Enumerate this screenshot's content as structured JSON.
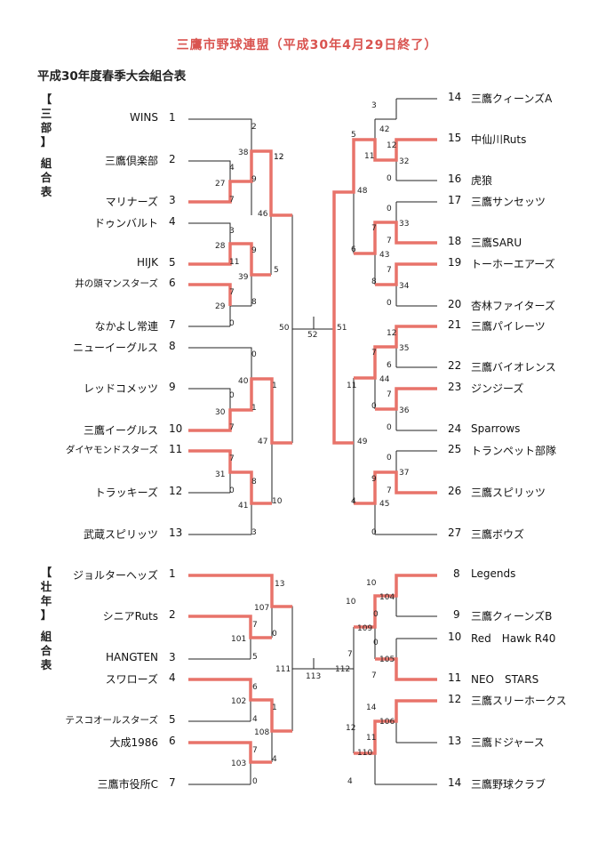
{
  "header": {
    "title": "三鷹市野球連盟（平成30年4月29日終了）",
    "subtitle": "平成30年度春季大会組合表"
  },
  "divisions": {
    "div3": {
      "label_lines": [
        "【",
        "三",
        "部",
        "】",
        "",
        "組",
        "合",
        "表"
      ]
    },
    "sonen": {
      "label_lines": [
        "【",
        "壮",
        "年",
        "】",
        "",
        "組",
        "合",
        "表"
      ]
    }
  },
  "colors": {
    "title": "#d9534f",
    "winner_line": "#e8736a",
    "line": "#222222"
  },
  "div3_left": [
    {
      "num": "1",
      "name": "WINS"
    },
    {
      "num": "2",
      "name": "三鷹倶楽部"
    },
    {
      "num": "3",
      "name": "マリナーズ"
    },
    {
      "num": "4",
      "name": "ドゥンバルト"
    },
    {
      "num": "5",
      "name": "HIJK"
    },
    {
      "num": "6",
      "name": "井の頭マンスターズ"
    },
    {
      "num": "7",
      "name": "なかよし常連"
    },
    {
      "num": "8",
      "name": "ニューイーグルス"
    },
    {
      "num": "9",
      "name": "レッドコメッツ"
    },
    {
      "num": "10",
      "name": "三鷹イーグルス"
    },
    {
      "num": "11",
      "name": "ダイヤモンドスターズ"
    },
    {
      "num": "12",
      "name": "トラッキーズ"
    },
    {
      "num": "13",
      "name": "武蔵スピリッツ"
    }
  ],
  "div3_right": [
    {
      "num": "14",
      "name": "三鷹クィーンズA"
    },
    {
      "num": "15",
      "name": "中仙川Ruts"
    },
    {
      "num": "16",
      "name": "虎狼"
    },
    {
      "num": "17",
      "name": "三鷹サンセッツ"
    },
    {
      "num": "18",
      "name": "三鷹SARU"
    },
    {
      "num": "19",
      "name": "トーホーエアーズ"
    },
    {
      "num": "20",
      "name": "杏林ファイターズ"
    },
    {
      "num": "21",
      "name": "三鷹パイレーツ"
    },
    {
      "num": "22",
      "name": "三鷹バイオレンス"
    },
    {
      "num": "23",
      "name": "ジンジーズ"
    },
    {
      "num": "24",
      "name": "Sparrows"
    },
    {
      "num": "25",
      "name": "トランペット部隊"
    },
    {
      "num": "26",
      "name": "三鷹スピリッツ"
    },
    {
      "num": "27",
      "name": "三鷹ボウズ"
    }
  ],
  "sonen_left": [
    {
      "num": "1",
      "name": "ジョルターヘッズ"
    },
    {
      "num": "2",
      "name": "シニアRuts"
    },
    {
      "num": "3",
      "name": "HANGTEN"
    },
    {
      "num": "4",
      "name": "スワローズ"
    },
    {
      "num": "5",
      "name": "テスコオールスターズ"
    },
    {
      "num": "6",
      "name": "大成1986"
    },
    {
      "num": "7",
      "name": "三鷹市役所C"
    }
  ],
  "sonen_right": [
    {
      "num": "8",
      "name": "Legends"
    },
    {
      "num": "9",
      "name": "三鷹クィーンズB"
    },
    {
      "num": "10",
      "name": "Red　Hawk R40"
    },
    {
      "num": "11",
      "name": "NEO　STARS"
    },
    {
      "num": "12",
      "name": "三鷹スリーホークス"
    },
    {
      "num": "13",
      "name": "三鷹ドジャース"
    },
    {
      "num": "14",
      "name": "三鷹野球クラブ"
    }
  ],
  "scores": {
    "d3_m1": [
      "2"
    ],
    "d3_m27": [
      "27",
      "4",
      "7"
    ],
    "d3_m38": [
      "38",
      "12",
      "9"
    ],
    "d3_m28": [
      "28",
      "3",
      "11"
    ],
    "d3_m29": [
      "29",
      "7",
      "0"
    ],
    "d3_m39": [
      "39",
      "9",
      "8"
    ],
    "d3_m46": [
      "46",
      "12",
      "5"
    ],
    "d3_m50": [
      "50"
    ],
    "d3_m30": [
      "30",
      "0",
      "7"
    ],
    "d3_m40": [
      "40",
      "0",
      "1"
    ],
    "d3_m31": [
      "31",
      "7",
      "0"
    ],
    "d3_m41": [
      "41",
      "8",
      "3"
    ],
    "d3_m47": [
      "47",
      "1",
      "10"
    ],
    "d3_m52": [
      "52"
    ],
    "d3_m51": [
      "51"
    ],
    "d3_m32": [
      "32",
      "12",
      "0"
    ],
    "d3_m42": [
      "42",
      "3",
      "11"
    ],
    "d3_m33": [
      "33",
      "0",
      "7"
    ],
    "d3_m34": [
      "34",
      "7",
      "0"
    ],
    "d3_m43": [
      "43",
      "7",
      "8"
    ],
    "d3_m48": [
      "48",
      "5",
      "6"
    ],
    "d3_m35": [
      "35",
      "12",
      "6"
    ],
    "d3_m36": [
      "36",
      "7",
      "0"
    ],
    "d3_m44": [
      "44",
      "7",
      "0"
    ],
    "d3_m37": [
      "37",
      "0",
      "7"
    ],
    "d3_m45": [
      "45",
      "9",
      "0"
    ],
    "d3_m49": [
      "49",
      "11",
      "4"
    ],
    "s_m101": [
      "101",
      "7",
      "5"
    ],
    "s_m107": [
      "107",
      "13",
      "0"
    ],
    "s_m102": [
      "102",
      "6",
      "4"
    ],
    "s_m103": [
      "103",
      "7",
      "0"
    ],
    "s_m108": [
      "108",
      "1",
      "4"
    ],
    "s_m111": [
      "111"
    ],
    "s_m113": [
      "113"
    ],
    "s_m112": [
      "112"
    ],
    "s_m104": [
      "104",
      "10",
      "0"
    ],
    "s_m105": [
      "105",
      "0",
      "7"
    ],
    "s_m109": [
      "109",
      "10",
      "7"
    ],
    "s_m106": [
      "106",
      "14",
      "11"
    ],
    "s_m110": [
      "110",
      "12",
      "4"
    ]
  }
}
